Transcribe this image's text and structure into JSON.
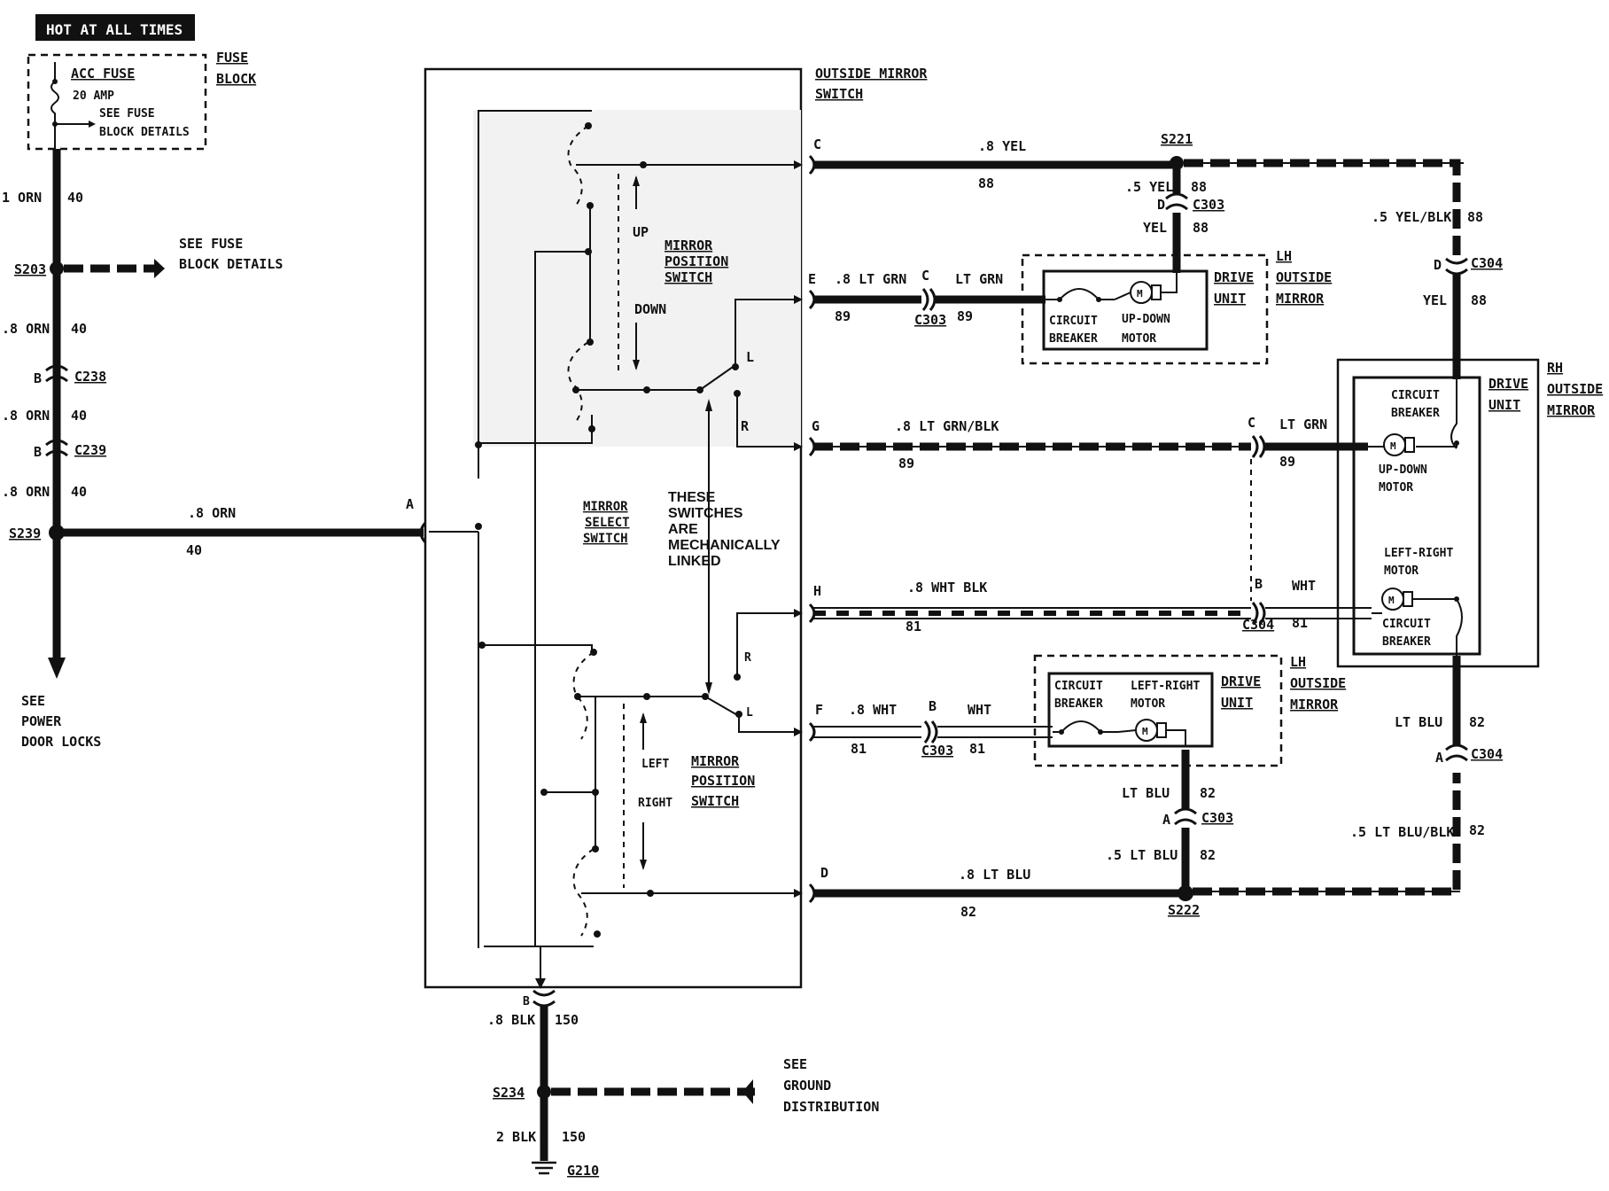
{
  "header": {
    "hot_label": "HOT AT ALL TIMES"
  },
  "fuse": {
    "block_label_1": "FUSE",
    "block_label_2": "BLOCK",
    "acc_fuse": "ACC FUSE",
    "amp": "20 AMP",
    "see_1": "SEE FUSE",
    "see_2": "BLOCK DETAILS"
  },
  "left_feed": {
    "w1_gauge": "1 ORN",
    "w1_circuit": "40",
    "s203": "S203",
    "see_fuse_1": "SEE FUSE",
    "see_fuse_2": "BLOCK DETAILS",
    "w2_gauge": ".8 ORN",
    "w2_circuit": "40",
    "c238_pin": "B",
    "c238": "C238",
    "w3_gauge": ".8 ORN",
    "w3_circuit": "40",
    "c239_pin": "B",
    "c239": "C239",
    "w4_gauge": ".8 ORN",
    "w4_circuit": "40",
    "s239": "S239",
    "orn_gauge": ".8 ORN",
    "orn_circuit": "40",
    "pin_a": "A",
    "see_power_1": "SEE",
    "see_power_2": "POWER",
    "see_power_3": "DOOR LOCKS"
  },
  "switch": {
    "title_1": "OUTSIDE MIRROR",
    "title_2": "SWITCH",
    "up": "UP",
    "down": "DOWN",
    "pos_1": "MIRROR",
    "pos_2": "POSITION",
    "pos_3": "SWITCH",
    "l_top": "L",
    "r_top": "R",
    "sel_1": "MIRROR",
    "sel_2": "SELECT",
    "sel_3": "SWITCH",
    "note_1": "THESE",
    "note_2": "SWITCHES",
    "note_3": "ARE",
    "note_4": "MECHANICALLY",
    "note_5": "LINKED",
    "r_bot": "R",
    "l_bot": "L",
    "left": "LEFT",
    "right": "RIGHT",
    "pos2_1": "MIRROR",
    "pos2_2": "POSITION",
    "pos2_3": "SWITCH",
    "pin_c": "C",
    "pin_e": "E",
    "pin_g": "G",
    "pin_h": "H",
    "pin_f": "F",
    "pin_d": "D"
  },
  "wires": {
    "c_gauge": ".8 YEL",
    "c_circuit": "88",
    "s221": "S221",
    "s221_gauge": ".5 YEL",
    "s221_circuit": "88",
    "c303_top_pin": "D",
    "c303_top": "C303",
    "yel_gauge": "YEL",
    "yel_circuit": "88",
    "e_gauge": ".8 LT GRN",
    "e_circuit": "89",
    "c303_e_pin": "C",
    "c303_e": "C303",
    "ltgrn_gauge": "LT GRN",
    "ltgrn_circuit": "89",
    "g_gauge": ".8 LT GRN/BLK",
    "g_circuit": "89",
    "c304_g_pin": "C",
    "c304_g_gauge": "LT GRN",
    "c304_g_circuit": "89",
    "h_gauge": ".8 WHT BLK",
    "h_circuit": "81",
    "c304_h_pin": "B",
    "c304_h": "C304",
    "c304_h_gauge": "WHT",
    "c304_h_circuit": "81",
    "f_gauge": ".8 WHT",
    "f_circuit": "81",
    "c303_f_pin": "B",
    "c303_f": "C303",
    "wht_gauge": "WHT",
    "wht_circuit": "81",
    "ltblu_gauge": "LT BLU",
    "ltblu_circuit": "82",
    "c303_bot_pin": "A",
    "c303_bot": "C303",
    "ltblu5_gauge": ".5 LT BLU",
    "ltblu5_circuit": "82",
    "d_gauge": ".8 LT BLU",
    "d_circuit": "82",
    "s222": "S222",
    "rh_yelblk_gauge": ".5 YEL/BLK",
    "rh_yelblk_circuit": "88",
    "c304_top_pin": "D",
    "c304_top": "C304",
    "rh_yel_gauge": "YEL",
    "rh_yel_circuit": "88",
    "rh_ltblu_gauge": "LT BLU",
    "rh_ltblu_circuit": "82",
    "c304_bot_pin": "A",
    "c304_bot": "C304",
    "rh_ltblublk_gauge": ".5 LT BLU/BLK",
    "rh_ltblublk_circuit": "82"
  },
  "lh_ud": {
    "cb_1": "CIRCUIT",
    "cb_2": "BREAKER",
    "m_1": "UP-DOWN",
    "m_2": "MOTOR",
    "m": "M",
    "drive_1": "DRIVE",
    "drive_2": "UNIT",
    "lh_1": "LH",
    "lh_2": "OUTSIDE",
    "lh_3": "MIRROR"
  },
  "lh_lr": {
    "cb_1": "CIRCUIT",
    "cb_2": "BREAKER",
    "m_1": "LEFT-RIGHT",
    "m_2": "MOTOR",
    "m": "M",
    "drive_1": "DRIVE",
    "drive_2": "UNIT",
    "lh_1": "LH",
    "lh_2": "OUTSIDE",
    "lh_3": "MIRROR"
  },
  "rh": {
    "cb1_1": "CIRCUIT",
    "cb1_2": "BREAKER",
    "ud_1": "UP-DOWN",
    "ud_2": "MOTOR",
    "lr_1": "LEFT-RIGHT",
    "lr_2": "MOTOR",
    "cb2_1": "CIRCUIT",
    "cb2_2": "BREAKER",
    "m": "M",
    "drive_1": "DRIVE",
    "drive_2": "UNIT",
    "rh_1": "RH",
    "rh_2": "OUTSIDE",
    "rh_3": "MIRROR"
  },
  "ground": {
    "pin_b": "B",
    "gauge1": ".8 BLK",
    "circuit1": "150",
    "s234": "S234",
    "see_1": "SEE",
    "see_2": "GROUND",
    "see_3": "DISTRIBUTION",
    "gauge2": "2 BLK",
    "circuit2": "150",
    "g210": "G210"
  }
}
